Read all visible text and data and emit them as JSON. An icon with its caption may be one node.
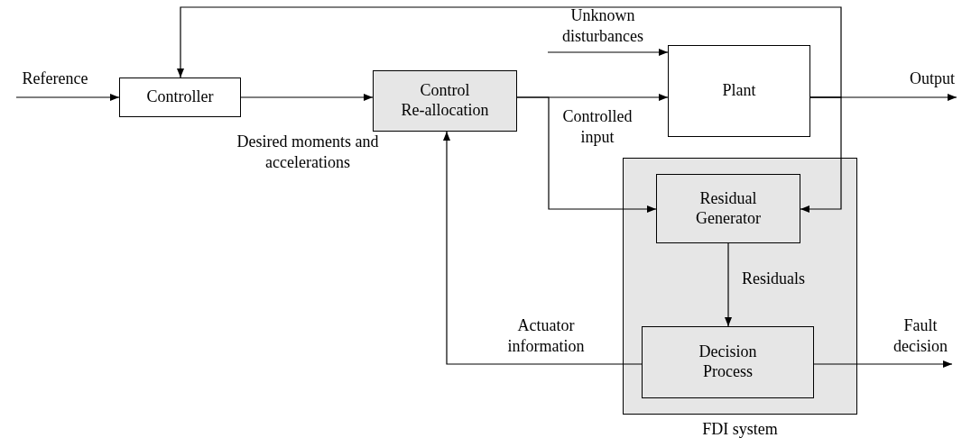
{
  "diagram": {
    "nodes": [
      {
        "text": [
          "Controller"
        ]
      },
      {
        "text": [
          "Control Re-allocation"
        ]
      },
      {
        "text": [
          "Plant"
        ]
      },
      {
        "text": [
          "FDI system"
        ]
      },
      {
        "text": [
          "Residual Generator"
        ],
        "in": 3
      },
      {
        "text": [
          "Decision Process"
        ],
        "in": 3
      }
    ],
    "edges": [
      {
        "from": null,
        "to": 0,
        "arrow": "to",
        "label": "Reference"
      },
      {
        "from": 0,
        "to": 1,
        "arrow": "to",
        "label": "Desired moments and accelerations"
      },
      {
        "from": 1,
        "to": 2,
        "arrow": "to",
        "label": "Controlled input"
      },
      {
        "from": null,
        "to": 2,
        "arrow": "to",
        "label": "Unknown disturbances"
      },
      {
        "from": 2,
        "to": null,
        "arrow": "to",
        "label": "Output"
      },
      {
        "from": 2,
        "to": 0,
        "arrow": "to"
      },
      {
        "from": 2,
        "to": 4,
        "arrow": "to"
      },
      {
        "from": 1,
        "to": 4,
        "arrow": "to"
      },
      {
        "from": 4,
        "to": 5,
        "arrow": "to",
        "label": "Residuals"
      },
      {
        "from": 5,
        "to": 1,
        "arrow": "to",
        "label": "Actuator information"
      },
      {
        "from": 5,
        "to": null,
        "arrow": "to",
        "label": "Fault decision"
      }
    ]
  }
}
